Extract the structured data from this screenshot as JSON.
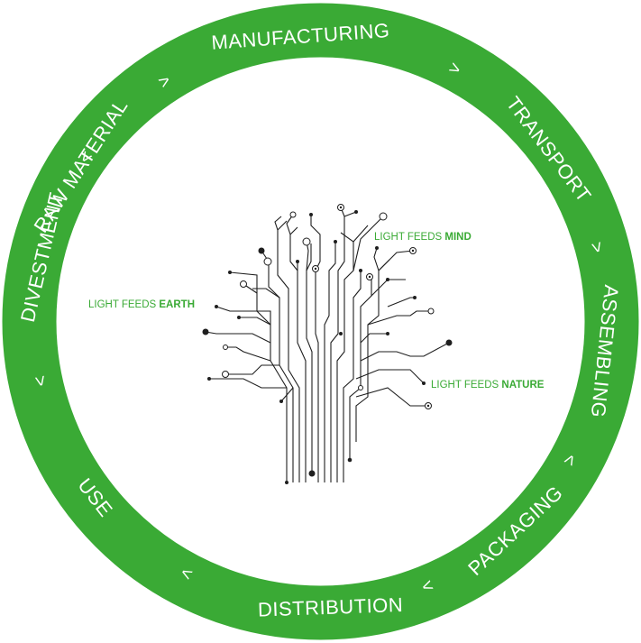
{
  "diagram": {
    "ring_color": "#3aaa35",
    "label_color": "#ffffff",
    "accent_color": "#3aaa35",
    "stages": [
      {
        "id": "raw-material",
        "label": "RAW  MATERIAL"
      },
      {
        "id": "manufacturing",
        "label": "MANUFACTURING"
      },
      {
        "id": "transport",
        "label": "TRANSPORT"
      },
      {
        "id": "assembling",
        "label": "ASSEMBLING"
      },
      {
        "id": "packaging",
        "label": "PACKAGING"
      },
      {
        "id": "distribution",
        "label": "DISTRIBUTION"
      },
      {
        "id": "use",
        "label": "USE"
      },
      {
        "id": "divestment",
        "label": "DIVESTMENT"
      }
    ],
    "arrows": [
      ">",
      ">",
      ">",
      ">",
      "<",
      "<",
      "<",
      "<"
    ],
    "center": {
      "labels": [
        {
          "id": "earth",
          "prefix": "LIGHT FEEDS ",
          "emphasis": "EARTH"
        },
        {
          "id": "mind",
          "prefix": "LIGHT FEEDS ",
          "emphasis": "MIND"
        },
        {
          "id": "nature",
          "prefix": "LIGHT FEEDS ",
          "emphasis": "NATURE"
        }
      ]
    }
  }
}
